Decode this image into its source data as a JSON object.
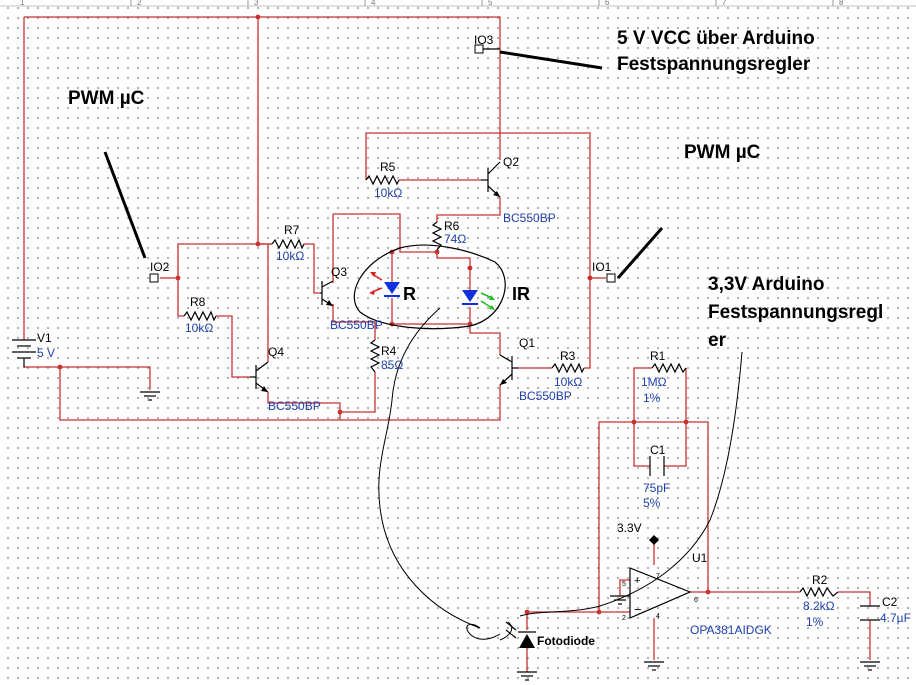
{
  "annotations": {
    "vcc_line1": "5 V VCC über Arduino",
    "vcc_line2": "Festspannungsregler",
    "pwm_left": "PWM µC",
    "pwm_right": "PWM µC",
    "reg33_line1": "3,3V Arduino",
    "reg33_line2": "Festspannungsregl",
    "reg33_line3": "er",
    "led_red_label": "R",
    "led_ir_label": "IR",
    "photodiode_label": "Fotodiode",
    "supply_33": "3.3V"
  },
  "ports": {
    "io1": "IO1",
    "io2": "IO2",
    "io3": "IO3"
  },
  "source": {
    "ref": "V1",
    "value": "5 V"
  },
  "transistors": {
    "q1": {
      "ref": "Q1",
      "model": "BC550BP"
    },
    "q2": {
      "ref": "Q2",
      "model": "BC550BP"
    },
    "q3": {
      "ref": "Q3",
      "model": "BC550BP"
    },
    "q4": {
      "ref": "Q4",
      "model": "BC550BP"
    }
  },
  "resistors": {
    "r1": {
      "ref": "R1",
      "value": "1MΩ",
      "tol": "1%"
    },
    "r2": {
      "ref": "R2",
      "value": "8.2kΩ",
      "tol": "1%"
    },
    "r3": {
      "ref": "R3",
      "value": "10kΩ"
    },
    "r4": {
      "ref": "R4",
      "value": "85Ω"
    },
    "r5": {
      "ref": "R5",
      "value": "10kΩ"
    },
    "r6": {
      "ref": "R6",
      "value": "74Ω"
    },
    "r7": {
      "ref": "R7",
      "value": "10kΩ"
    },
    "r8": {
      "ref": "R8",
      "value": "10kΩ"
    }
  },
  "capacitors": {
    "c1": {
      "ref": "C1",
      "value": "75pF",
      "tol": "5%"
    },
    "c2": {
      "ref": "C2",
      "value": "4.7µF"
    }
  },
  "opamp": {
    "ref": "U1",
    "model": "OPA381AIDGK",
    "pins": [
      "7",
      "5",
      "2",
      "4",
      "6"
    ]
  },
  "ruler": [
    "1",
    "2",
    "3",
    "4",
    "5",
    "6",
    "7",
    "8"
  ],
  "colors": {
    "wire": "#c83232",
    "label": "#1f3fae",
    "led_red": "#e02020",
    "led_green": "#20c020",
    "led_blue": "#1030e0"
  }
}
